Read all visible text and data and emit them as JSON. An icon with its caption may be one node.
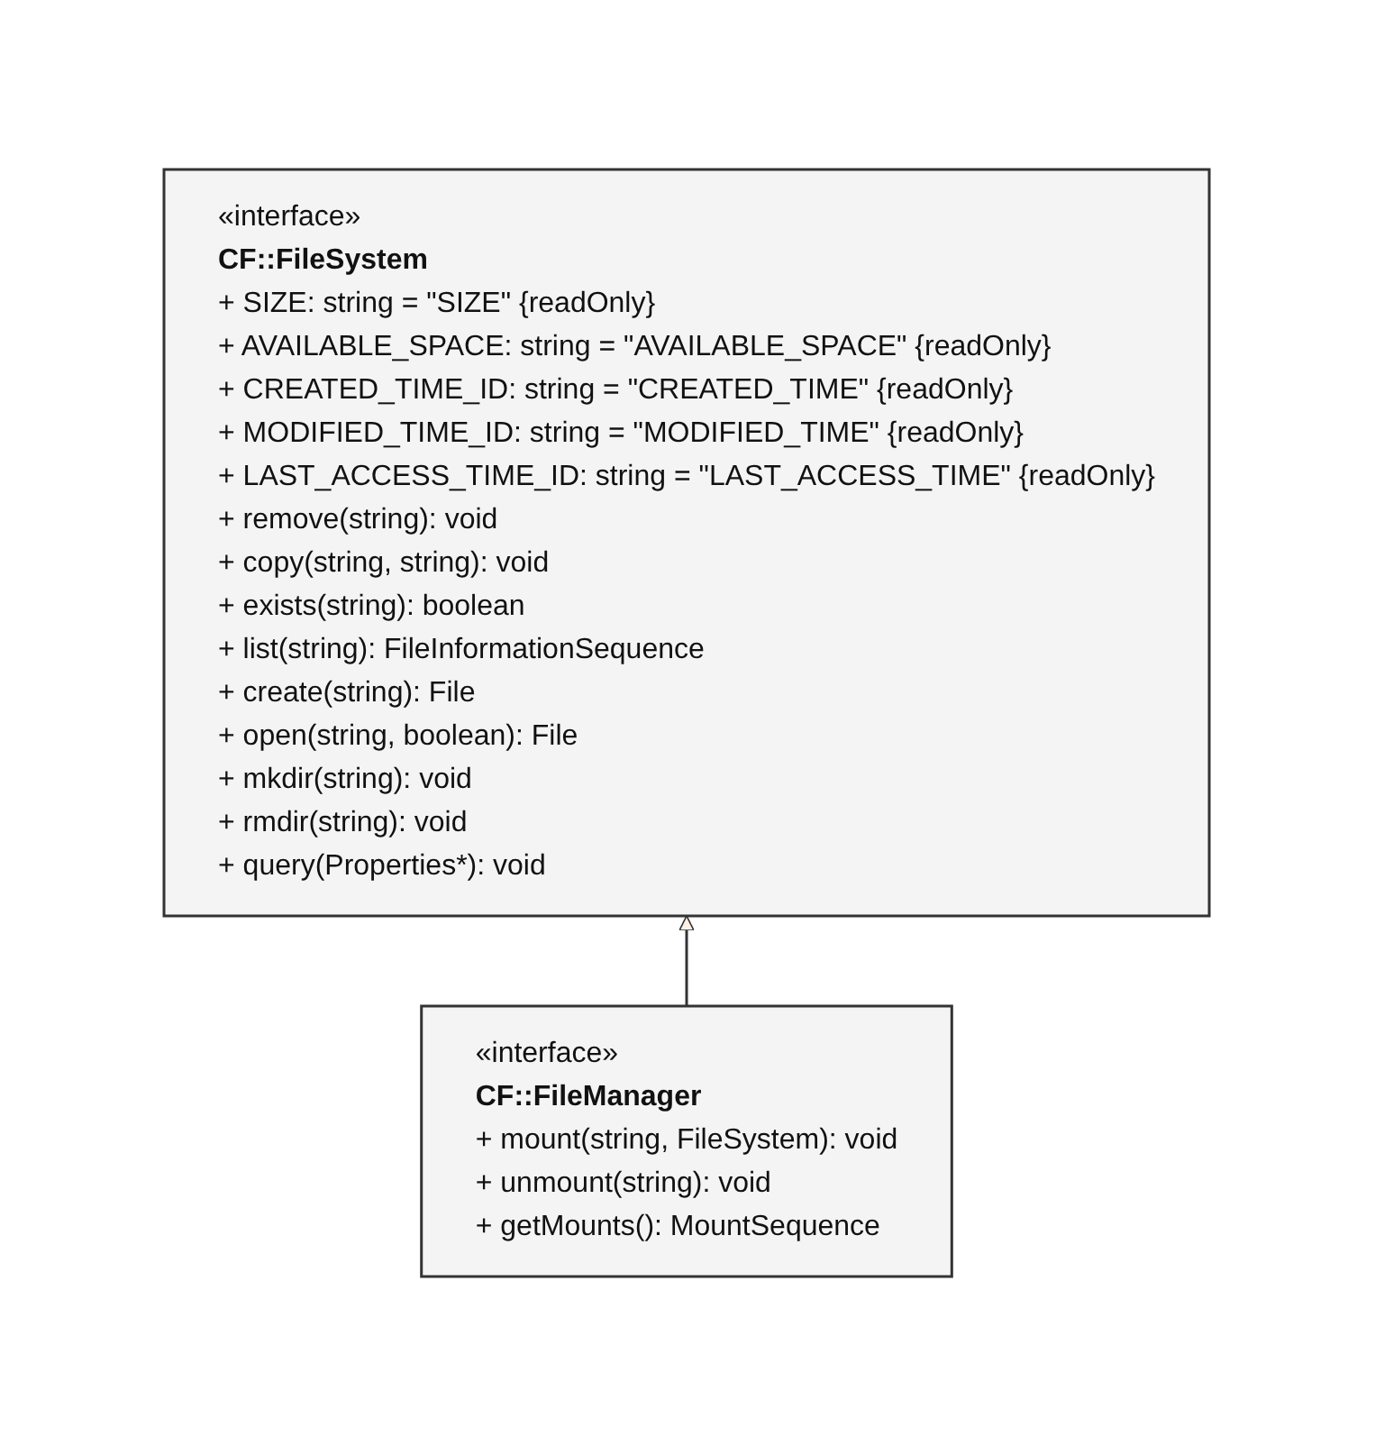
{
  "diagram": {
    "nodes": [
      {
        "text": [
          "«interface»",
          "CF::FileSystem",
          "+ SIZE: string = \"SIZE\" {readOnly}",
          "+ AVAILABLE_SPACE: string = \"AVAILABLE_SPACE\" {readOnly}",
          "+ CREATED_TIME_ID: string = \"CREATED_TIME\" {readOnly}",
          "+ MODIFIED_TIME_ID: string = \"MODIFIED_TIME\" {readOnly}",
          "+ LAST_ACCESS_TIME_ID: string = \"LAST_ACCESS_TIME\" {readOnly}",
          "+ remove(string): void",
          "+ copy(string, string): void",
          "+ exists(string): boolean",
          "+ list(string): FileInformationSequence",
          "+ create(string): File",
          "+ open(string, boolean): File",
          "+ mkdir(string): void",
          "+ rmdir(string): void",
          "+ query(Properties*): void"
        ]
      },
      {
        "text": [
          "«interface»",
          "CF::FileManager",
          "+ mount(string, FileSystem): void",
          "+ unmount(string): void",
          "+ getMounts(): MountSequence"
        ]
      }
    ],
    "edges": [
      {
        "from": 1,
        "to": 0,
        "arrow": "to"
      }
    ]
  }
}
